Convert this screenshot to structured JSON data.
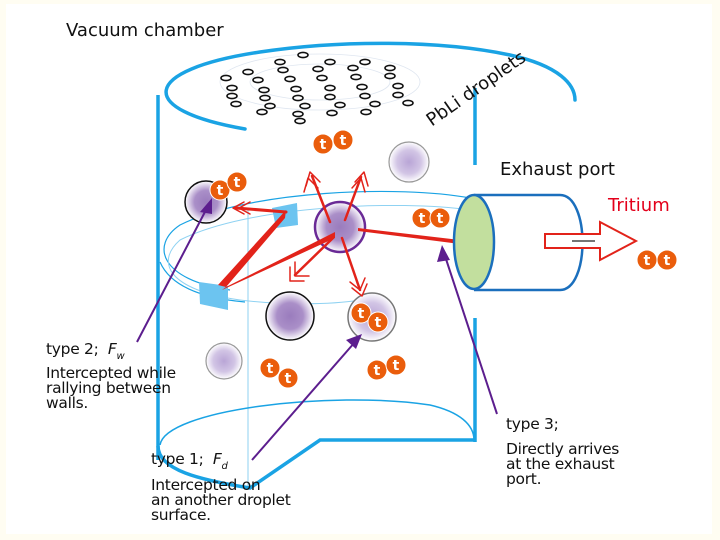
{
  "labels": {
    "vacuum_chamber": "Vacuum chamber",
    "pbli_droplets": "PbLi droplets",
    "exhaust_port": "Exhaust port",
    "tritium": "Tritium",
    "tritium_atom": "t"
  },
  "annotations": {
    "type2": {
      "title": "type 2;",
      "symbol": "F",
      "subscript": "w",
      "lines": [
        "Intercepted while",
        "rallying between",
        "walls."
      ]
    },
    "type1": {
      "title": "type 1;",
      "symbol": "F",
      "subscript": "d",
      "lines": [
        "Intercepted on",
        "an another droplet",
        "surface."
      ]
    },
    "type3": {
      "title": "type 3;",
      "lines": [
        "Directly arrives",
        "at the exhaust",
        "port."
      ]
    }
  },
  "colors": {
    "chamber_outline": "#1aa3e4",
    "exhaust_outline": "#1b6fbd",
    "exhaust_face": "#c2df9e",
    "tritium_fill": "#ea5d0c",
    "path_arrow": "#e2231a",
    "type_arrow": "#5c1e8e",
    "droplet_fill": "#a98cc4",
    "wall_patch": "#6cc4f0"
  }
}
